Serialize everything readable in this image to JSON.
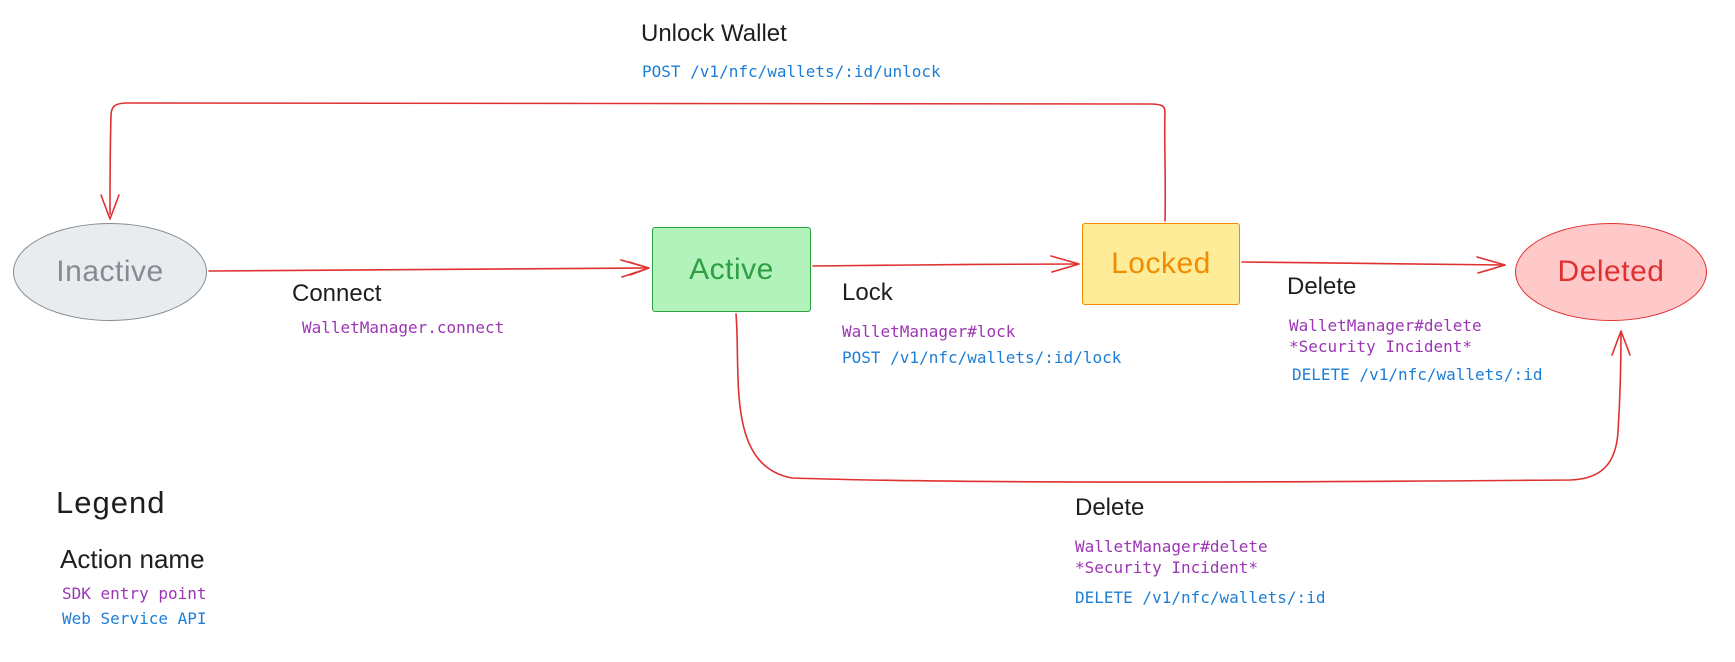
{
  "nodes": {
    "inactive": {
      "label": "Inactive",
      "shape": "ellipse"
    },
    "active": {
      "label": "Active",
      "shape": "rectangle"
    },
    "locked": {
      "label": "Locked",
      "shape": "rectangle"
    },
    "deleted": {
      "label": "Deleted",
      "shape": "ellipse"
    }
  },
  "transitions": {
    "unlock": {
      "from": "Locked",
      "to": "Inactive",
      "action": "Unlock Wallet",
      "api": "POST /v1/nfc/wallets/:id/unlock"
    },
    "connect": {
      "from": "Inactive",
      "to": "Active",
      "action": "Connect",
      "sdk": "WalletManager.connect"
    },
    "lock": {
      "from": "Active",
      "to": "Locked",
      "action": "Lock",
      "sdk": "WalletManager#lock",
      "api": "POST /v1/nfc/wallets/:id/lock"
    },
    "delete_from_locked": {
      "from": "Locked",
      "to": "Deleted",
      "action": "Delete",
      "sdk": "WalletManager#delete",
      "sdk_note": "*Security Incident*",
      "api": "DELETE /v1/nfc/wallets/:id"
    },
    "delete_from_active": {
      "from": "Active",
      "to": "Deleted",
      "action": "Delete",
      "sdk": "WalletManager#delete",
      "sdk_note": "*Security Incident*",
      "api": "DELETE /v1/nfc/wallets/:id"
    }
  },
  "legend": {
    "title": "Legend",
    "action_label": "Action name",
    "sdk_label": "SDK entry point",
    "api_label": "Web Service API"
  },
  "colors": {
    "background": "#ffffff",
    "arrow": "#e03131",
    "action-text": "#1e1e1e",
    "sdk-text": "#9c36b5",
    "api-text": "#1c7ed6",
    "inactive-fill": "#e9ecef",
    "inactive-stroke": "#848b92",
    "inactive-text": "#848b92",
    "active-fill": "#b2f2bb",
    "active-stroke": "#2f9e44",
    "active-text": "#2f9e44",
    "locked-fill": "#ffec99",
    "locked-stroke": "#f08c00",
    "locked-text": "#f08c00",
    "deleted-fill": "#ffc9c9",
    "deleted-stroke": "#e03131",
    "deleted-text": "#e03131"
  }
}
